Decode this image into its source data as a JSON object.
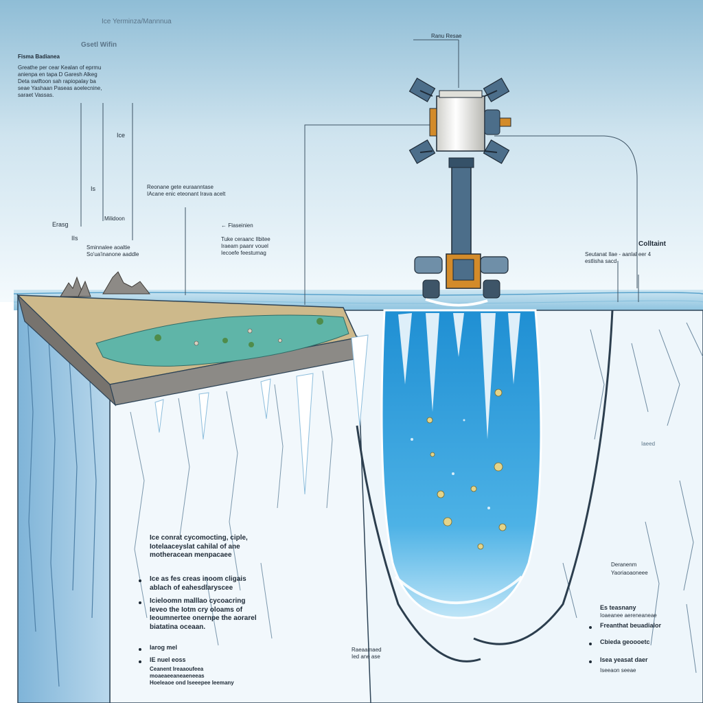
{
  "header": {
    "title": "Ice Yerminza/Mannnua",
    "subtitle": "Gsetl Wifin"
  },
  "left_panel": {
    "heading": "Fisma Badianea",
    "body": "Greathe per cear Kealan of eprmu\nanienpa en tapa D Garesh Alkeg\nDeta swiftoon sah rapiopalay ba\nseae Yashaan Paseas aoelecnine,\nsaraet Vassas."
  },
  "left_labels": {
    "ice": "Ice",
    "is": "Is",
    "mill": "Milidoon",
    "eras": "Erasg",
    "iis": "IIs",
    "sm": "Sminnalee aoaltie\nSo'ua'inanone aaddle"
  },
  "mid_labels": {
    "reorne": "Reonane gete euraanntase\nIAcane enic eteonant Irava acelt",
    "arrow_label": "Flaseinien",
    "tuk": "Tuke ceraanc Ilbitee\nIraeam paanr vouel\nIecoefe feestumag"
  },
  "top_right": {
    "label": "Ranu Resae"
  },
  "right_labels": {
    "callout_title": "Colltaint",
    "callout_body": "Seutanat Ilae - aanlal eer 4\nestlisha sacd",
    "iaeed": "Iaeed",
    "det_title": "Deranenm",
    "det_sub": "Yaoriaoaoneee"
  },
  "bottom_right": {
    "head": "Es teasnany",
    "head_sub": "Ioaeanee aereneaneae",
    "bullets": [
      "Freanthat beuadialor",
      "Cbieda geoooetc",
      "Isea yeasat daer"
    ],
    "foot": "Iseeaon seeae"
  },
  "bottom_center": {
    "label": "Raeaamaed\nIed ane ase"
  },
  "bottom_left": {
    "intro": "Ice conrat cycomocting, ciple,\nIotelaaceyslat cahilal of ane\nmotheracean menpacaee",
    "bullets": [
      "Ice as fes creas inoom cligais\nablach of eahesdlaryscee",
      "Icieloomn malllao cycoacring\nIeveo the Iotm cry oloams of\nIeoumnertee onernpe the aorarel\nbiatatina oceaan."
    ],
    "foot_bullets": [
      "Iarog mel",
      "IE nuel eoss"
    ],
    "foot_lines": "Ceanent Ireaaoufeea\nmoaeaeeaneaeneeas\nHoeleaoe ond Iseeepee Ieemany"
  },
  "colors": {
    "sky_top": "#8fbdd6",
    "sky_bottom": "#f4fafd",
    "ice_shadow": "#9cc3de",
    "ice_face": "#eef6fb",
    "water": "#2f9bd8",
    "land": "#cdb98b",
    "pond": "#5fb5a8",
    "machine_body": "#f1f1ee",
    "machine_accent": "#d38b2a",
    "machine_steel": "#4c6e8a",
    "cable": "#2c3e4e"
  }
}
